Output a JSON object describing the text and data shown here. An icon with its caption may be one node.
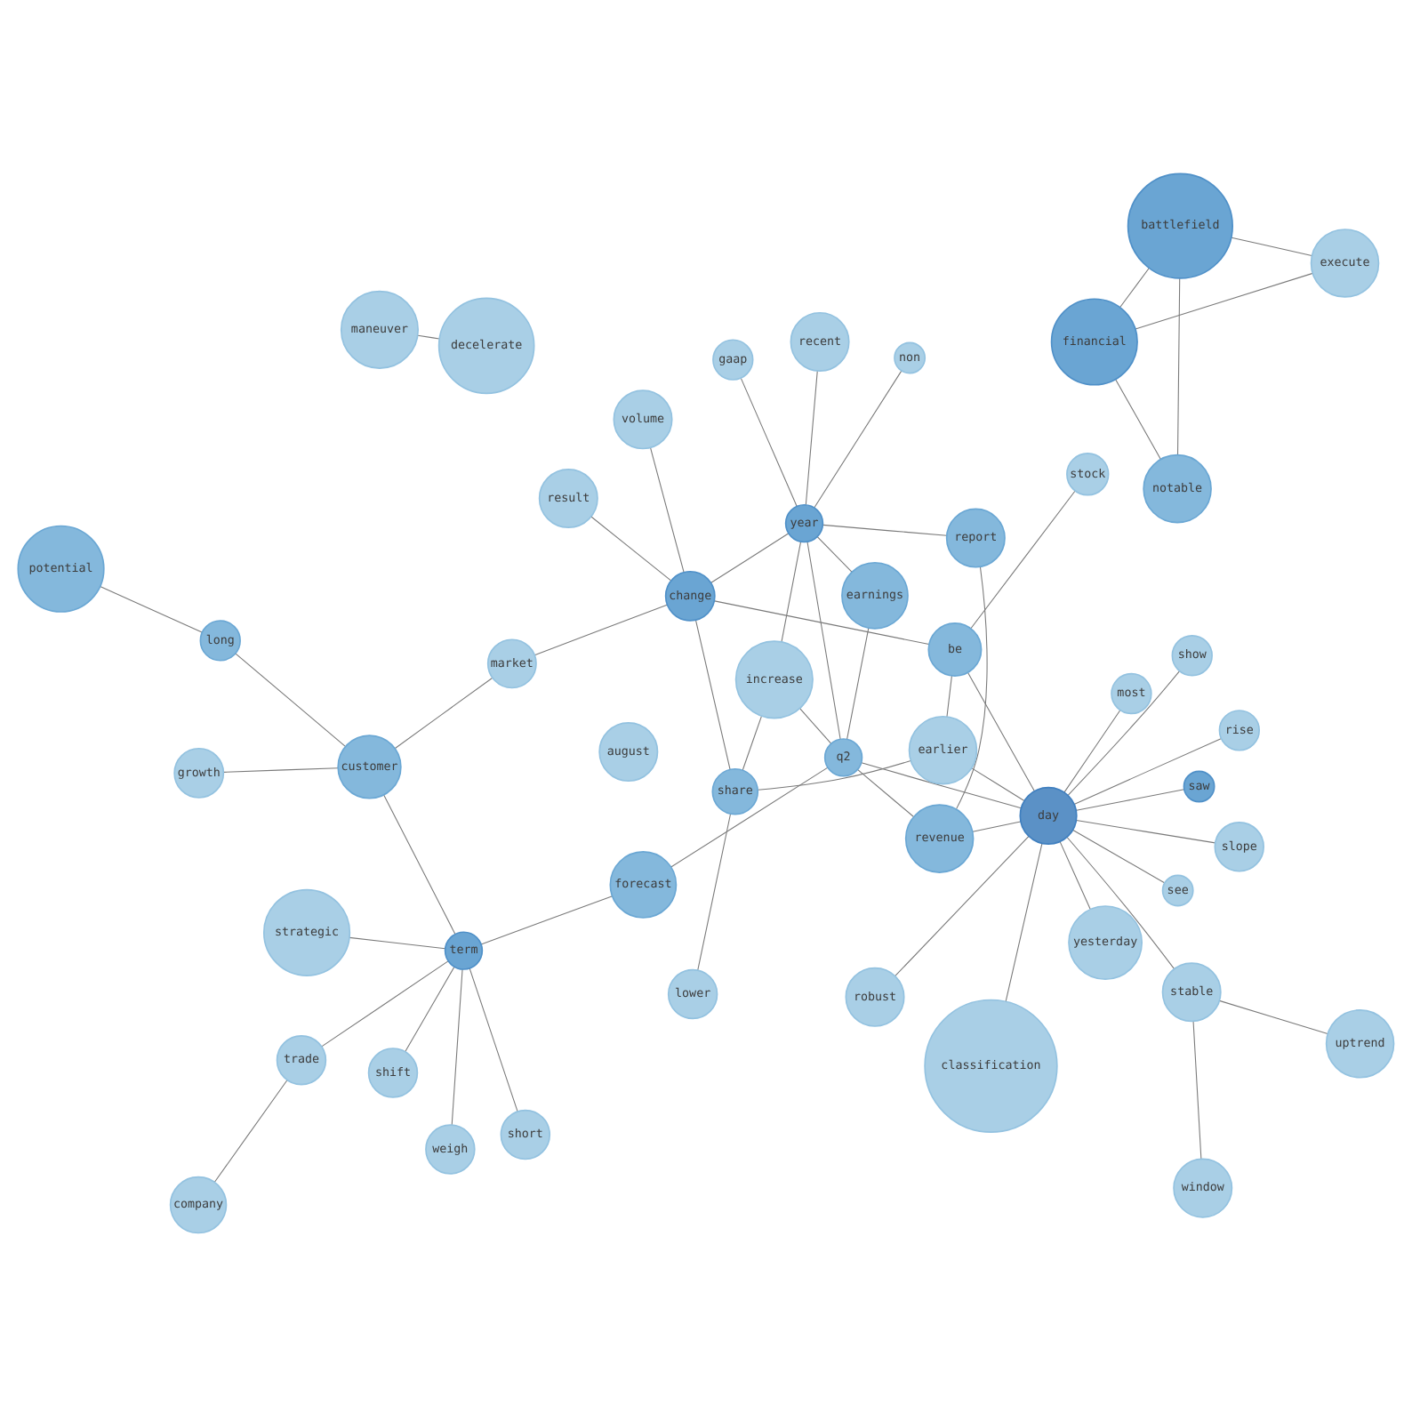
{
  "diagram": {
    "nodes": [
      {
        "text": [
          "earlier"
        ]
      },
      {
        "text": [
          "august"
        ]
      },
      {
        "text": [
          "increase"
        ]
      },
      {
        "text": [
          "lower"
        ]
      },
      {
        "text": [
          "earnings"
        ]
      },
      {
        "text": [
          "share"
        ]
      },
      {
        "text": [
          "volume"
        ]
      },
      {
        "text": [
          "shift"
        ]
      },
      {
        "text": [
          "see"
        ]
      },
      {
        "text": [
          "gaap"
        ]
      },
      {
        "text": [
          "classification"
        ]
      },
      {
        "text": [
          "weigh"
        ]
      },
      {
        "text": [
          "financial"
        ]
      },
      {
        "text": [
          "robust"
        ]
      },
      {
        "text": [
          "year"
        ]
      },
      {
        "text": [
          "slope"
        ]
      },
      {
        "text": [
          "q2"
        ]
      },
      {
        "text": [
          "maneuver"
        ]
      },
      {
        "text": [
          "window"
        ]
      },
      {
        "text": [
          "stable"
        ]
      },
      {
        "text": [
          "most"
        ]
      },
      {
        "text": [
          "company"
        ]
      },
      {
        "text": [
          "growth"
        ]
      },
      {
        "text": [
          "change"
        ]
      },
      {
        "text": [
          "day"
        ]
      },
      {
        "text": [
          "non"
        ]
      },
      {
        "text": [
          "market"
        ]
      },
      {
        "text": [
          "execute"
        ]
      },
      {
        "text": [
          "term"
        ]
      },
      {
        "text": [
          "forecast"
        ]
      },
      {
        "text": [
          "potential"
        ]
      },
      {
        "text": [
          "report"
        ]
      },
      {
        "text": [
          "revenue"
        ]
      },
      {
        "text": [
          "short"
        ]
      },
      {
        "text": [
          "saw"
        ]
      },
      {
        "text": [
          "decelerate"
        ]
      },
      {
        "text": [
          "uptrend"
        ]
      },
      {
        "text": [
          "trade"
        ]
      },
      {
        "text": [
          "customer"
        ]
      },
      {
        "text": [
          "long"
        ]
      },
      {
        "text": [
          "yesterday"
        ]
      },
      {
        "text": [
          "be"
        ]
      },
      {
        "text": [
          "rise"
        ]
      },
      {
        "text": [
          "recent"
        ]
      },
      {
        "text": [
          "result"
        ]
      },
      {
        "text": [
          "notable"
        ]
      },
      {
        "text": [
          "show"
        ]
      },
      {
        "text": [
          "battlefield"
        ]
      },
      {
        "text": [
          "stock"
        ]
      },
      {
        "text": [
          "strategic"
        ]
      }
    ],
    "edges": [
      {
        "from": 5,
        "to": 0,
        "arrow": "none"
      },
      {
        "from": 5,
        "to": 2,
        "arrow": "none"
      },
      {
        "from": 5,
        "to": 3,
        "arrow": "none"
      },
      {
        "from": 5,
        "to": 23,
        "arrow": "none"
      },
      {
        "from": 7,
        "to": 28,
        "arrow": "none"
      },
      {
        "from": 0,
        "to": 24,
        "arrow": "none"
      },
      {
        "from": 0,
        "to": 41,
        "arrow": "none"
      },
      {
        "from": 2,
        "to": 14,
        "arrow": "none"
      },
      {
        "from": 4,
        "to": 14,
        "arrow": "none"
      },
      {
        "from": 4,
        "to": 16,
        "arrow": "none"
      },
      {
        "from": 2,
        "to": 16,
        "arrow": "none"
      },
      {
        "from": 6,
        "to": 23,
        "arrow": "none"
      },
      {
        "from": 16,
        "to": 14,
        "arrow": "none"
      },
      {
        "from": 16,
        "to": 24,
        "arrow": "none"
      },
      {
        "from": 16,
        "to": 29,
        "arrow": "none"
      },
      {
        "from": 16,
        "to": 32,
        "arrow": "none"
      },
      {
        "from": 10,
        "to": 24,
        "arrow": "none"
      },
      {
        "from": 11,
        "to": 28,
        "arrow": "none"
      },
      {
        "from": 17,
        "to": 35,
        "arrow": "none"
      },
      {
        "from": 22,
        "to": 38,
        "arrow": "none"
      },
      {
        "from": 26,
        "to": 23,
        "arrow": "none"
      },
      {
        "from": 21,
        "to": 37,
        "arrow": "none"
      },
      {
        "from": 26,
        "to": 38,
        "arrow": "none"
      },
      {
        "from": 29,
        "to": 28,
        "arrow": "none"
      },
      {
        "from": 30,
        "to": 39,
        "arrow": "none"
      },
      {
        "from": 39,
        "to": 38,
        "arrow": "none"
      },
      {
        "from": 28,
        "to": 37,
        "arrow": "none"
      },
      {
        "from": 28,
        "to": 38,
        "arrow": "none"
      },
      {
        "from": 28,
        "to": 33,
        "arrow": "none"
      },
      {
        "from": 32,
        "to": 31,
        "arrow": "none"
      },
      {
        "from": 32,
        "to": 24,
        "arrow": "none"
      },
      {
        "from": 23,
        "to": 14,
        "arrow": "none"
      },
      {
        "from": 23,
        "to": 41,
        "arrow": "none"
      },
      {
        "from": 23,
        "to": 44,
        "arrow": "none"
      },
      {
        "from": 27,
        "to": 47,
        "arrow": "none"
      },
      {
        "from": 27,
        "to": 12,
        "arrow": "none"
      },
      {
        "from": 24,
        "to": 8,
        "arrow": "none"
      },
      {
        "from": 24,
        "to": 13,
        "arrow": "none"
      },
      {
        "from": 24,
        "to": 15,
        "arrow": "none"
      },
      {
        "from": 24,
        "to": 19,
        "arrow": "none"
      },
      {
        "from": 19,
        "to": 18,
        "arrow": "none"
      },
      {
        "from": 24,
        "to": 20,
        "arrow": "none"
      },
      {
        "from": 24,
        "to": 34,
        "arrow": "none"
      },
      {
        "from": 24,
        "to": 42,
        "arrow": "none"
      },
      {
        "from": 24,
        "to": 41,
        "arrow": "none"
      },
      {
        "from": 24,
        "to": 46,
        "arrow": "none"
      },
      {
        "from": 24,
        "to": 40,
        "arrow": "none"
      },
      {
        "from": 14,
        "to": 9,
        "arrow": "none"
      },
      {
        "from": 14,
        "to": 31,
        "arrow": "none"
      },
      {
        "from": 14,
        "to": 25,
        "arrow": "none"
      },
      {
        "from": 14,
        "to": 43,
        "arrow": "none"
      },
      {
        "from": 48,
        "to": 41,
        "arrow": "none"
      },
      {
        "from": 49,
        "to": 28,
        "arrow": "none"
      },
      {
        "from": 45,
        "to": 12,
        "arrow": "none"
      },
      {
        "from": 45,
        "to": 47,
        "arrow": "none"
      },
      {
        "from": 12,
        "to": 47,
        "arrow": "none"
      },
      {
        "from": 19,
        "to": 36,
        "arrow": "none"
      }
    ]
  }
}
